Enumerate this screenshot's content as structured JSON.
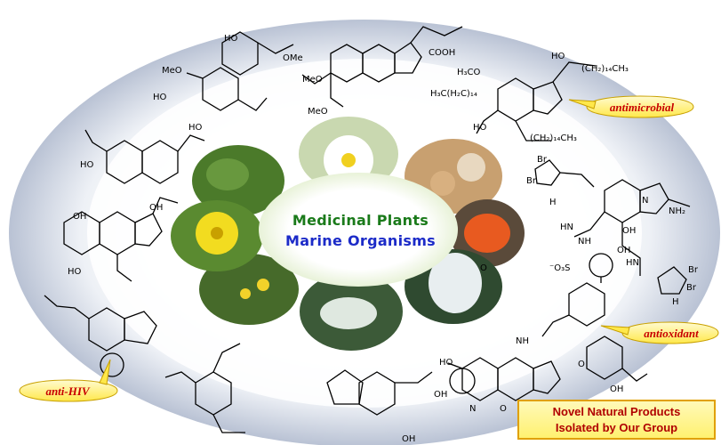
{
  "center": {
    "line1": "Medicinal Plants",
    "line2": "Marine Organisms"
  },
  "activities": {
    "antimicrobial": "antimicrobial",
    "antioxidant": "antioxidant",
    "anti_hiv": "anti-HIV"
  },
  "legend": {
    "line1": "Novel Natural Products",
    "line2": "Isolated by Our Group"
  },
  "structure_labels": {
    "meo_1": "MeO",
    "meo_2": "MeO",
    "meo_3": "MeO",
    "ome": "OMe",
    "ho_1": "HO",
    "ho_2": "HO",
    "ho_3": "HO",
    "ho_4": "HO",
    "ho_5": "HO",
    "ho_6": "HO",
    "ho_7": "HO",
    "ho_8": "HO",
    "oh_1": "OH",
    "oh_2": "OH",
    "oh_3": "OH",
    "oh_4": "OH",
    "oh_5": "OH",
    "oh_6": "OH",
    "oh_7": "OH",
    "cooh": "COOH",
    "h3co": "H₃CO",
    "chain_1": "(CH₂)₁₄CH₃",
    "chain_2": "H₃C(H₂C)₁₄",
    "chain_3": "(CH₂)₁₄CH₃",
    "br_1": "Br",
    "br_2": "Br",
    "br_3": "Br",
    "br_4": "Br",
    "nh2": "NH₂",
    "so3": "⁻O₃S",
    "nh_1": "NH",
    "nh_2": "NH",
    "hn_1": "HN",
    "hn_2": "HN",
    "n_1": "N",
    "n_2": "N",
    "h_1": "H",
    "h_2": "H",
    "o_1": "O",
    "o_2": "O",
    "o_3": "O"
  },
  "colors": {
    "plants_text": "#1a7a1a",
    "marine_text": "#1c2bc8",
    "activity_text": "#c80000",
    "callout_fill": "#fff36a",
    "legend_border": "#e0a000",
    "legend_text": "#b00000",
    "halo": "#cfd6e4"
  }
}
